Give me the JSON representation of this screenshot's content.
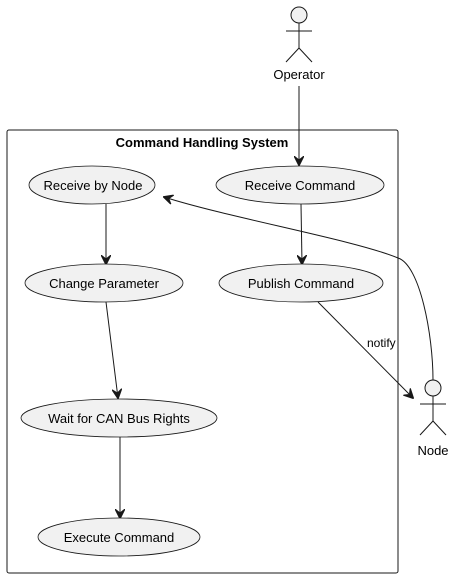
{
  "diagram": {
    "system_title": "Command Handling System",
    "actors": {
      "operator": "Operator",
      "node": "Node"
    },
    "usecases": {
      "receive_by_node": "Receive by Node",
      "receive_command": "Receive Command",
      "change_parameter": "Change Parameter",
      "publish_command": "Publish Command",
      "wait_can_bus": "Wait for CAN Bus Rights",
      "execute_command": "Execute Command"
    },
    "edge_labels": {
      "notify": "notify"
    }
  }
}
